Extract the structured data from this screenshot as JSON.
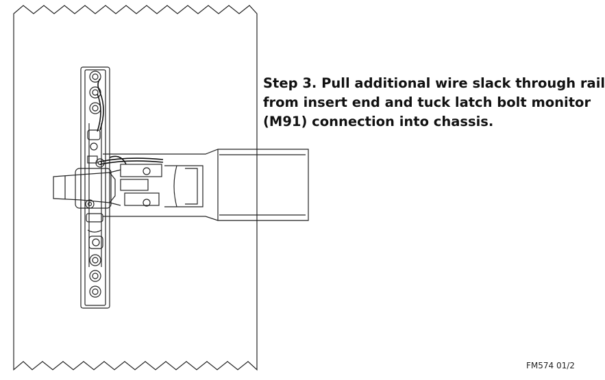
{
  "instruction": {
    "line1": "Step 3. Pull additional wire slack through rail",
    "line2": "from insert end and tuck latch bolt monitor",
    "line3": "(M91) connection into chassis."
  },
  "figure_code": "FM574 01/2"
}
